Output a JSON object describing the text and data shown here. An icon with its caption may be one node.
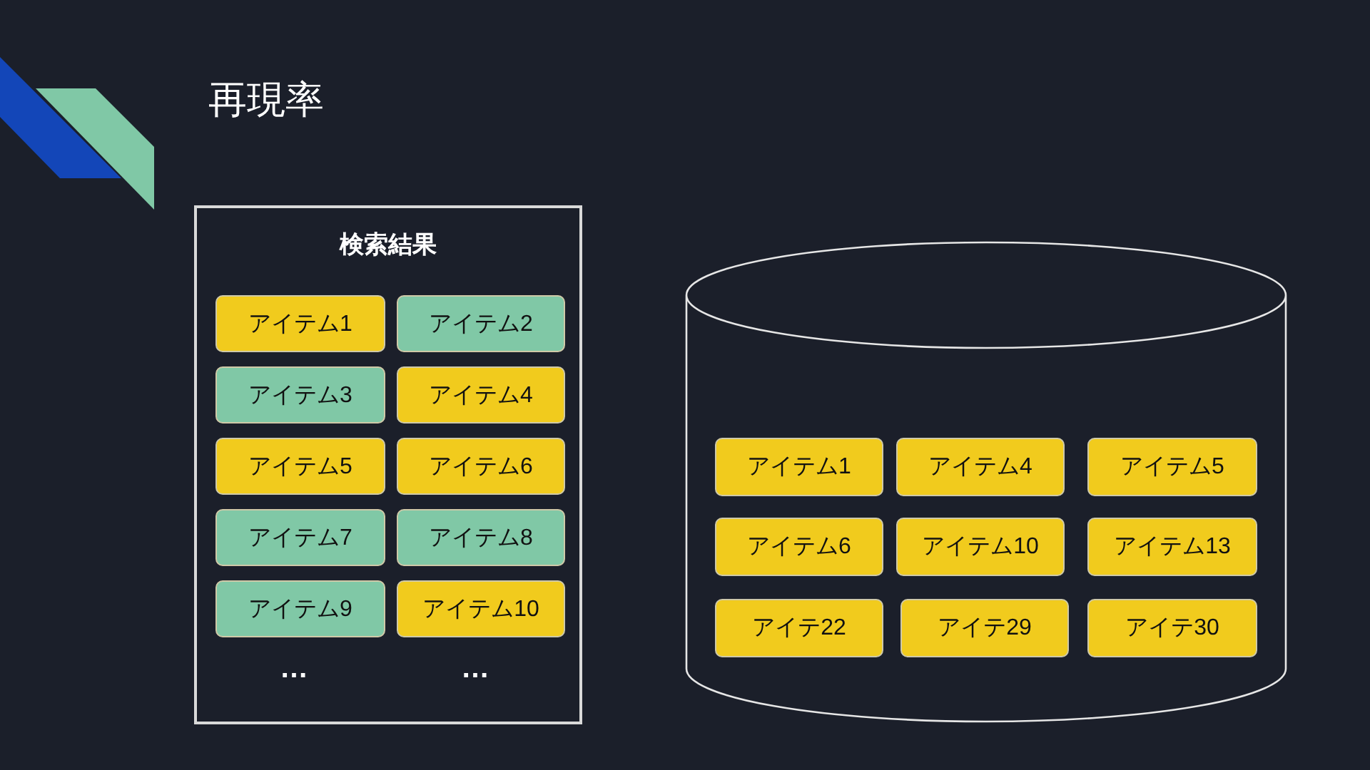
{
  "diagram": {
    "title": "再現率",
    "nodes": [
      {
        "text": [
          "検索結果"
        ]
      },
      {
        "text": [
          "アイテム1"
        ],
        "in": 0
      },
      {
        "text": [
          "アイテム2"
        ],
        "in": 0
      },
      {
        "text": [
          "アイテム3"
        ],
        "in": 0
      },
      {
        "text": [
          "アイテム4"
        ],
        "in": 0
      },
      {
        "text": [
          "アイテム5"
        ],
        "in": 0
      },
      {
        "text": [
          "アイテム6"
        ],
        "in": 0
      },
      {
        "text": [
          "アイテム7"
        ],
        "in": 0
      },
      {
        "text": [
          "アイテム8"
        ],
        "in": 0
      },
      {
        "text": [
          "アイテム9"
        ],
        "in": 0
      },
      {
        "text": [
          "アイテム10"
        ],
        "in": 0
      },
      {
        "text": [],
        "shape": "cylinder"
      },
      {
        "text": [
          "アイテム1"
        ],
        "in": 11
      },
      {
        "text": [
          "アイテム4"
        ],
        "in": 11
      },
      {
        "text": [
          "アイテム5"
        ],
        "in": 11
      },
      {
        "text": [
          "アイテム6"
        ],
        "in": 11
      },
      {
        "text": [
          "アイテム10"
        ],
        "in": 11
      },
      {
        "text": [
          "アイテム13"
        ],
        "in": 11
      },
      {
        "text": [
          "アイテ22"
        ],
        "in": 11
      },
      {
        "text": [
          "アイテ29"
        ],
        "in": 11
      },
      {
        "text": [
          "アイテ30"
        ],
        "in": 11
      }
    ],
    "labels": [
      "…",
      "…"
    ]
  }
}
